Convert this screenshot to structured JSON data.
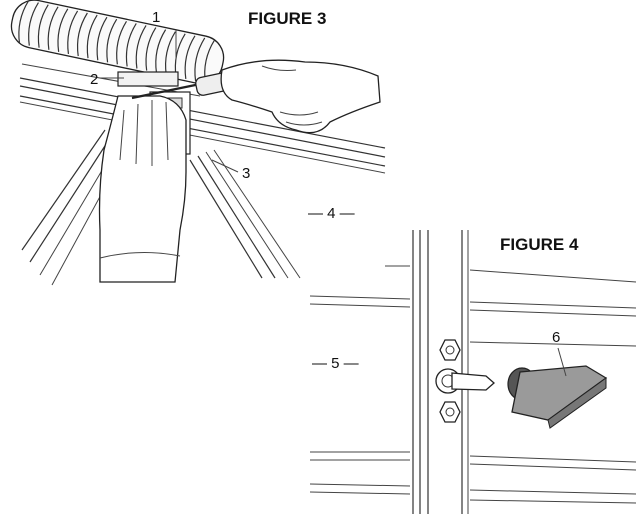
{
  "figure3": {
    "title": "FIGURE 3",
    "callouts": {
      "c1": "1",
      "c2": "2",
      "c3": "3"
    }
  },
  "figure4": {
    "title": "FIGURE 4",
    "callouts": {
      "c6": "6"
    }
  },
  "shared_callouts": {
    "c4": "— 4 —",
    "c5": "— 5 —"
  },
  "colors": {
    "line": "#333333",
    "shade": "#9a9a9a",
    "knob": "#555555"
  }
}
